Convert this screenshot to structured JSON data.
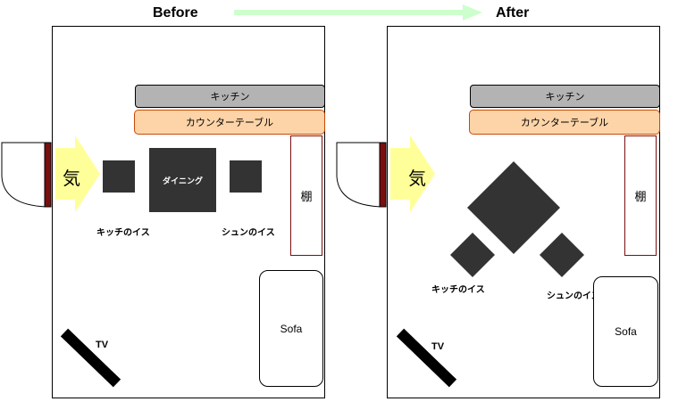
{
  "headings": {
    "before": "Before",
    "after": "After"
  },
  "labels": {
    "kitchen": "キッチン",
    "counter_table": "カウンターテーブル",
    "shelf": "棚",
    "sofa": "Sofa",
    "tv": "TV",
    "ki": "気",
    "dining": "ダイニング",
    "kitchi_chair": "キッチのイス",
    "shun_chair": "シュンのイス"
  },
  "colors": {
    "arrow": "#ccffcc",
    "ki_arrow": "#ffff99",
    "furniture_dark": "#333333",
    "kitchen_fill": "#b3b3b3",
    "counter_fill": "#fcd4a8",
    "counter_border": "#c84a05",
    "shelf_border": "#7a0f0f",
    "door_frame": "#7a0f0f"
  }
}
